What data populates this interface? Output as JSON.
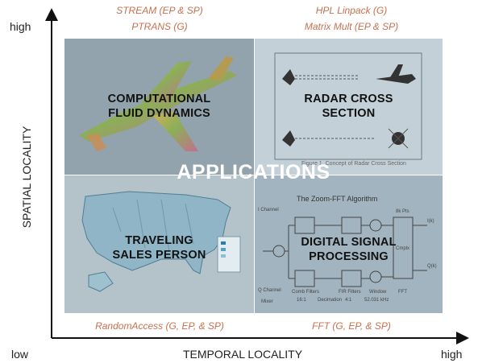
{
  "axes": {
    "y_label": "SPATIAL LOCALITY",
    "x_label": "TEMPORAL LOCALITY",
    "y_high": "high",
    "x_low": "low",
    "x_high": "high"
  },
  "center_label": "APPLICATIONS",
  "benchmarks": {
    "top_left": [
      "STREAM (EP & SP)",
      "PTRANS (G)"
    ],
    "top_right": [
      "HPL Linpack (G)",
      "Matrix Mult (EP & SP)"
    ],
    "bottom_left": "RandomAccess (G, EP, & SP)",
    "bottom_right": "FFT (G, EP, & SP)"
  },
  "quadrants": {
    "top_left": [
      "COMPUTATIONAL",
      "FLUID DYNAMICS"
    ],
    "top_right": [
      "RADAR CROSS",
      "SECTION"
    ],
    "bottom_left": [
      "TRAVELING",
      "SALES PERSON"
    ],
    "bottom_right": [
      "DIGITAL SIGNAL",
      "PROCESSING"
    ]
  },
  "radar_caption": "Figure 1. Concept of Radar Cross Section",
  "zoom_fft": {
    "title": "The Zoom-FFT Algorithm",
    "labels": [
      "I Channel",
      "Q Channel",
      "Mixer",
      "Comb Filters",
      "FIR Filters",
      "Window",
      "FFT",
      "16:1",
      "Decimation",
      "4:1",
      "52.031 kHz",
      "8k Pts",
      "Cmplx",
      "I(k)",
      "Q(k)"
    ]
  },
  "colors": {
    "benchmark_text": "#c8704e",
    "quad_top_left": "#93a3ad",
    "quad_top_right": "#c3d0d7",
    "quad_bottom_left": "#b4c2c9",
    "quad_bottom_right": "#a2b4bf"
  }
}
